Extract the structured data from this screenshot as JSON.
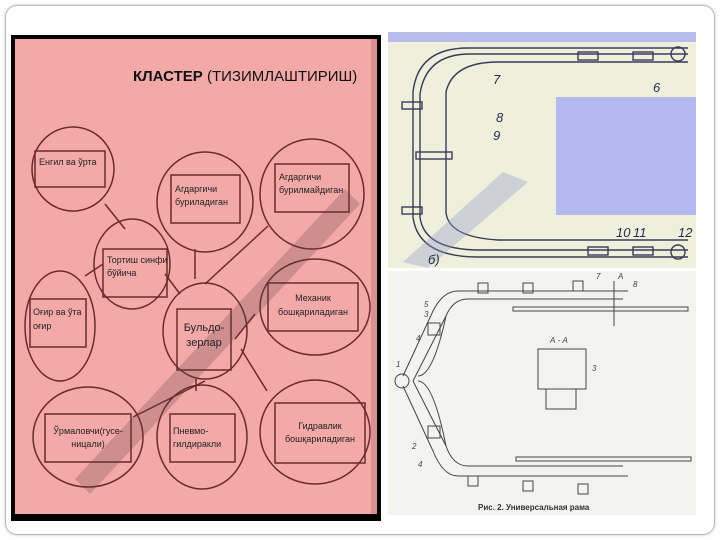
{
  "cluster": {
    "title_bold": "КЛАСТЕР",
    "title_rest": "(ТИЗИМЛАШТИРИШ)",
    "center": [
      "Бульдо-",
      "зерлар"
    ],
    "nodes": [
      {
        "lines": [
          "Енгил ва ўрта"
        ]
      },
      {
        "lines": [
          "Агдаргичи",
          "буриладиган"
        ]
      },
      {
        "lines": [
          "Агдаргичи",
          "бурилмайдиган"
        ]
      },
      {
        "lines": [
          "Тортиш синфи",
          "бўйича"
        ]
      },
      {
        "lines": [
          "Оғир ва ўта",
          "оғир"
        ]
      },
      {
        "lines": [
          "Механик",
          "бошқариладиган"
        ]
      },
      {
        "lines": [
          "Ўрмаловчи(гусе-",
          "ницали)"
        ]
      },
      {
        "lines": [
          "Пневмо-",
          "гилдиракли"
        ]
      },
      {
        "lines": [
          "Гидравлик",
          "бошқариладиган"
        ]
      }
    ]
  },
  "drawing_top": {
    "labels": [
      "6",
      "7",
      "8",
      "9",
      "10",
      "11",
      "12",
      "б)"
    ]
  },
  "drawing_bottom": {
    "labels": [
      "7",
      "8",
      "А",
      "5",
      "3",
      "4",
      "1",
      "2",
      "4",
      "А - А",
      "3"
    ],
    "caption": "Рис. 2. Универсальная рама"
  },
  "colors": {
    "pink": "#f4a9a9",
    "line": "#6b2a2a"
  }
}
